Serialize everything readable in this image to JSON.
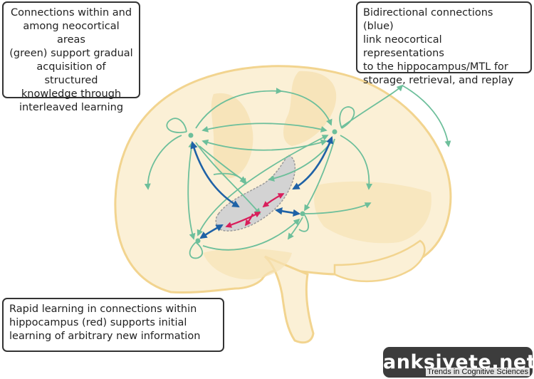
{
  "callouts": {
    "green": "Connections within and\namong neocortical areas\n(green) support gradual\nacquisition of structured\nknowledge through\ninterleaved learning",
    "blue": "Bidirectional connections (blue)\nlink neocortical representations\nto the hippocampus/MTL for\nstorage, retrieval, and replay",
    "red": "Rapid learning in connections within\nhippocampus (red) supports initial\nlearning of arbitrary new information"
  },
  "watermark": "anksiyete.net",
  "credit": "Trends in Cognitive Sciences",
  "colors": {
    "brain_fill": "#fbf0d6",
    "brain_outline": "#f2d48f",
    "region_fill": "#f6e2b5",
    "green_arrow": "#6dbf9b",
    "blue_arrow": "#1f62a6",
    "red_arrow": "#d91e5b",
    "hippocampus_fill": "#d3d3d3",
    "watermark_bg": "#3c3c3c"
  }
}
